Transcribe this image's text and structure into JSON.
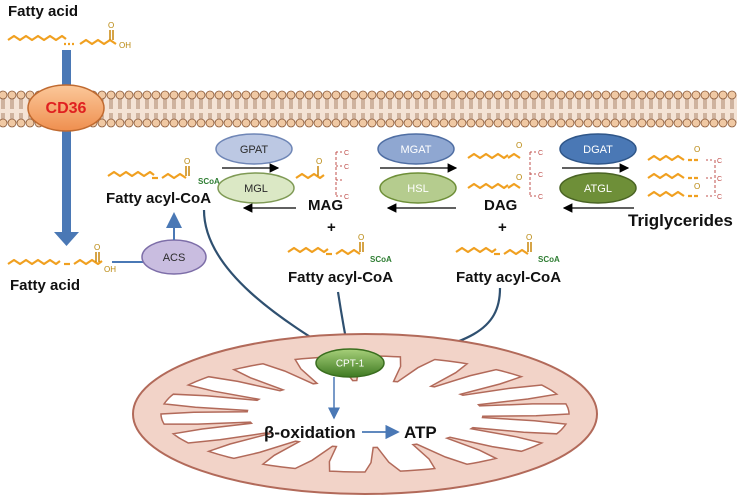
{
  "labels": {
    "fatty_acid_top": "Fatty acid",
    "cd36": "CD36",
    "fatty_acyl_coa_left": "Fatty acyl-CoA",
    "fatty_acid_bottom": "Fatty acid",
    "acs": "ACS",
    "gpat": "GPAT",
    "mgl": "MGL",
    "mag": "MAG",
    "plus1": "+",
    "fatty_acyl_coa_mid": "Fatty acyl-CoA",
    "mgat": "MGAT",
    "hsl": "HSL",
    "dag": "DAG",
    "plus2": "+",
    "fatty_acyl_coa_right": "Fatty acyl-CoA",
    "dgat": "DGAT",
    "atgl": "ATGL",
    "triglycerides": "Triglycerides",
    "cpt1": "CPT-1",
    "beta_oxidation": "β-oxidation",
    "atp": "ATP"
  },
  "chem": {
    "oh": "OH",
    "o": "O",
    "scoa": "SCoA",
    "c": "C"
  },
  "colors": {
    "cd36": "#f4a870",
    "cd36_text": "#e02020",
    "acs": "#c9bde0",
    "gpat": "#bcc8e3",
    "mgl": "#dbe8c5",
    "mgat": "#8fa7d1",
    "hsl": "#b5cc8e",
    "dgat": "#4a78b5",
    "atgl": "#6e8f38",
    "cpt1": "#4f8a2e",
    "mito_fill": "#f2d3c8",
    "mito_stroke": "#b26a5a",
    "arrow_blue": "#4a78b5",
    "chain": "#f0a020"
  }
}
